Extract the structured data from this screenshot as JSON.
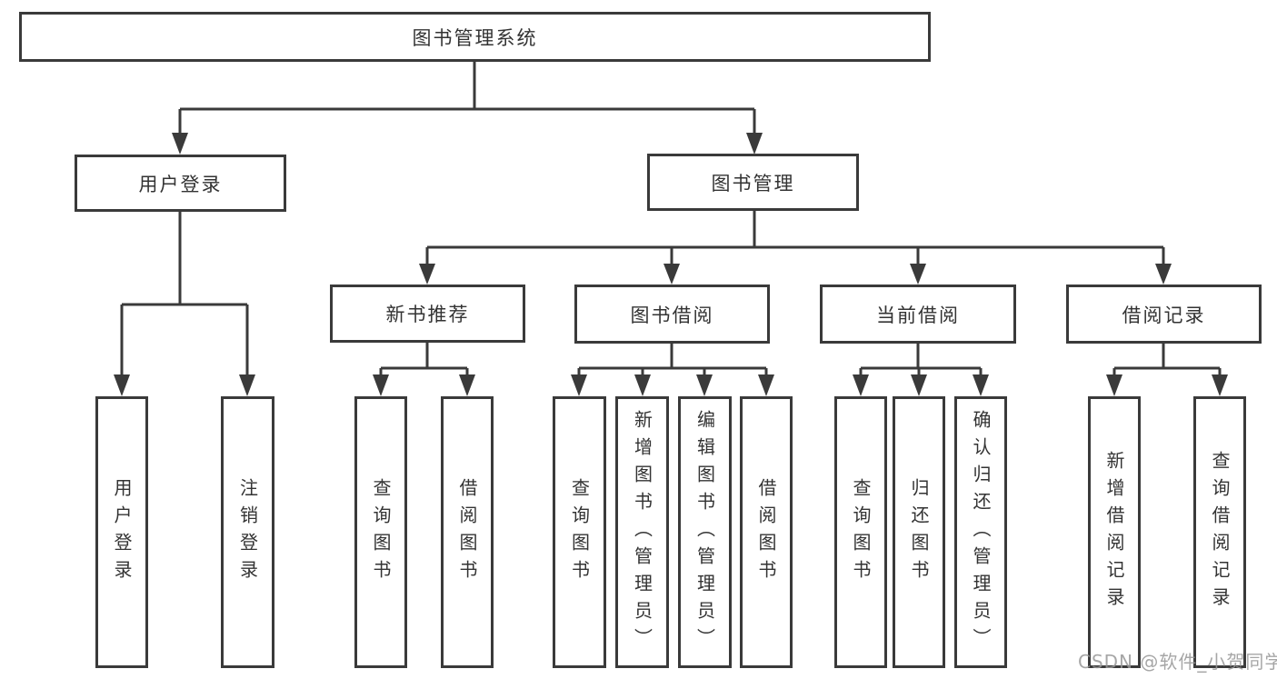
{
  "watermark": "CSDN @软件_小贺同学",
  "colors": {
    "line": "#3a3a3a",
    "text": "#333333",
    "watermark": "#969696",
    "background": "#ffffff"
  },
  "tree": {
    "label": "图书管理系统",
    "children": [
      {
        "label": "用户登录",
        "children": [
          {
            "label": "用户登录"
          },
          {
            "label": "注销登录"
          }
        ]
      },
      {
        "label": "图书管理",
        "children": [
          {
            "label": "新书推荐",
            "children": [
              {
                "label": "查询图书"
              },
              {
                "label": "借阅图书"
              }
            ]
          },
          {
            "label": "图书借阅",
            "children": [
              {
                "label": "查询图书"
              },
              {
                "label": "新增图书（管理员）"
              },
              {
                "label": "编辑图书（管理员）"
              },
              {
                "label": "借阅图书"
              }
            ]
          },
          {
            "label": "当前借阅",
            "children": [
              {
                "label": "查询图书"
              },
              {
                "label": "归还图书"
              },
              {
                "label": "确认归还（管理员）"
              }
            ]
          },
          {
            "label": "借阅记录",
            "children": [
              {
                "label": "新增借阅记录"
              },
              {
                "label": "查询借阅记录"
              }
            ]
          }
        ]
      }
    ]
  }
}
